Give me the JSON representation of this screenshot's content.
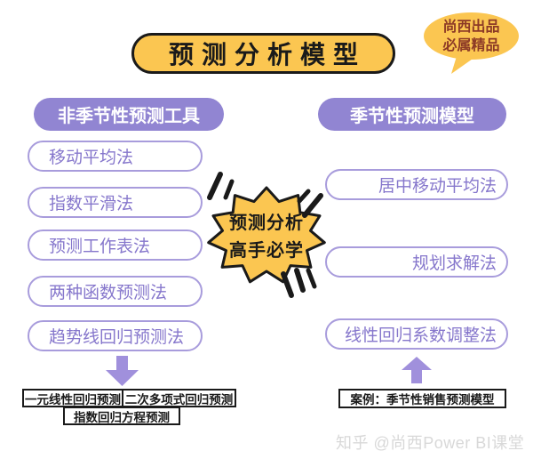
{
  "colors": {
    "accent_yellow": "#FBC651",
    "accent_purple": "#9185D2",
    "pill_border": "#A89CDC",
    "pill_text": "#8677CC",
    "arrow_purple": "#A090DC",
    "badge_text": "#8C3A26",
    "outline_black": "#1A1A1A",
    "watermark_gray": "#D8D8D8"
  },
  "header": {
    "title": "预测分析模型",
    "badge": {
      "line1": "尚西出品",
      "line2": "必属精品"
    }
  },
  "left_column": {
    "header": "非季节性预测工具",
    "items": [
      "移动平均法",
      "指数平滑法",
      "预测工作表法",
      "两种函数预测法",
      "趋势线回归预测法"
    ],
    "result_boxes": [
      "一元线性回归预测",
      "二次多项式回归预测",
      "指数回归方程预测"
    ]
  },
  "right_column": {
    "header": "季节性预测模型",
    "items": [
      "居中移动平均法",
      "规划求解法",
      "线性回归系数调整法"
    ],
    "case_label": "案例：季节性销售预测模型"
  },
  "center_star": {
    "line1": "预测分析",
    "line2": "高手必学"
  },
  "watermark": "知乎 @尚西Power BI课堂"
}
